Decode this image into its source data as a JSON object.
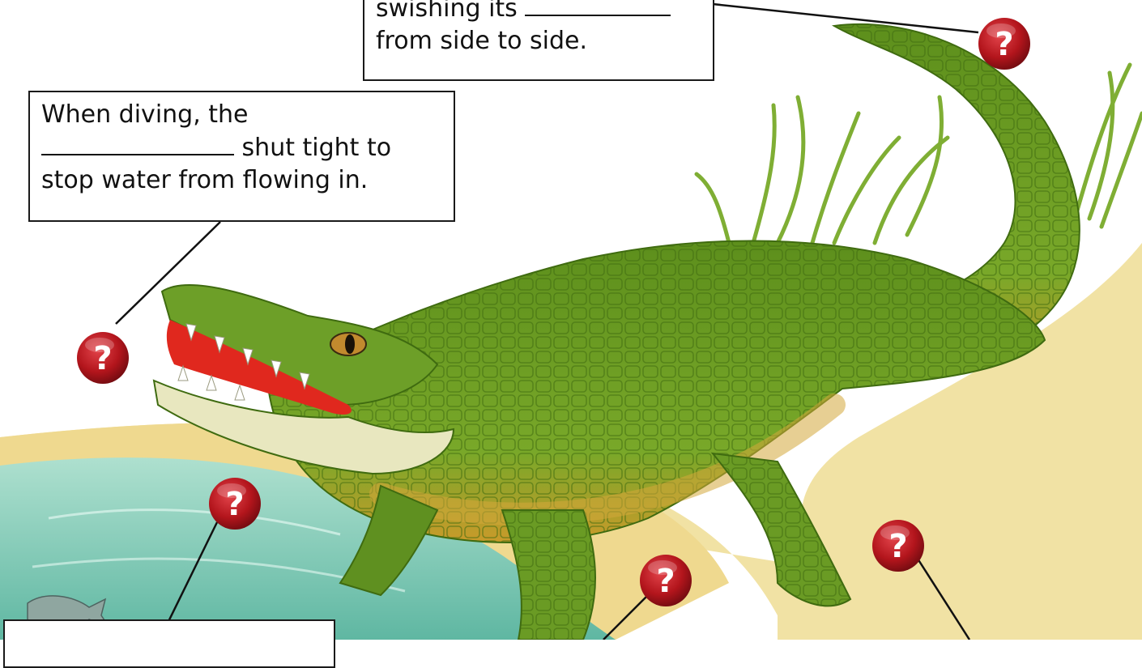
{
  "labels": {
    "tail": {
      "line1": "swishing its",
      "line2": "from side to side."
    },
    "nostrils": {
      "line1": "When diving, the",
      "line2": "shut tight to",
      "line3": "stop water from flowing in."
    }
  },
  "marker": {
    "glyph": "?",
    "color": "#b3151c"
  },
  "colors": {
    "crocodile": "#6e9d22",
    "mouth": "#e0281e",
    "water": "#7cc7b5",
    "sand": "#f1e2a4",
    "grass": "#8fbf3a"
  }
}
